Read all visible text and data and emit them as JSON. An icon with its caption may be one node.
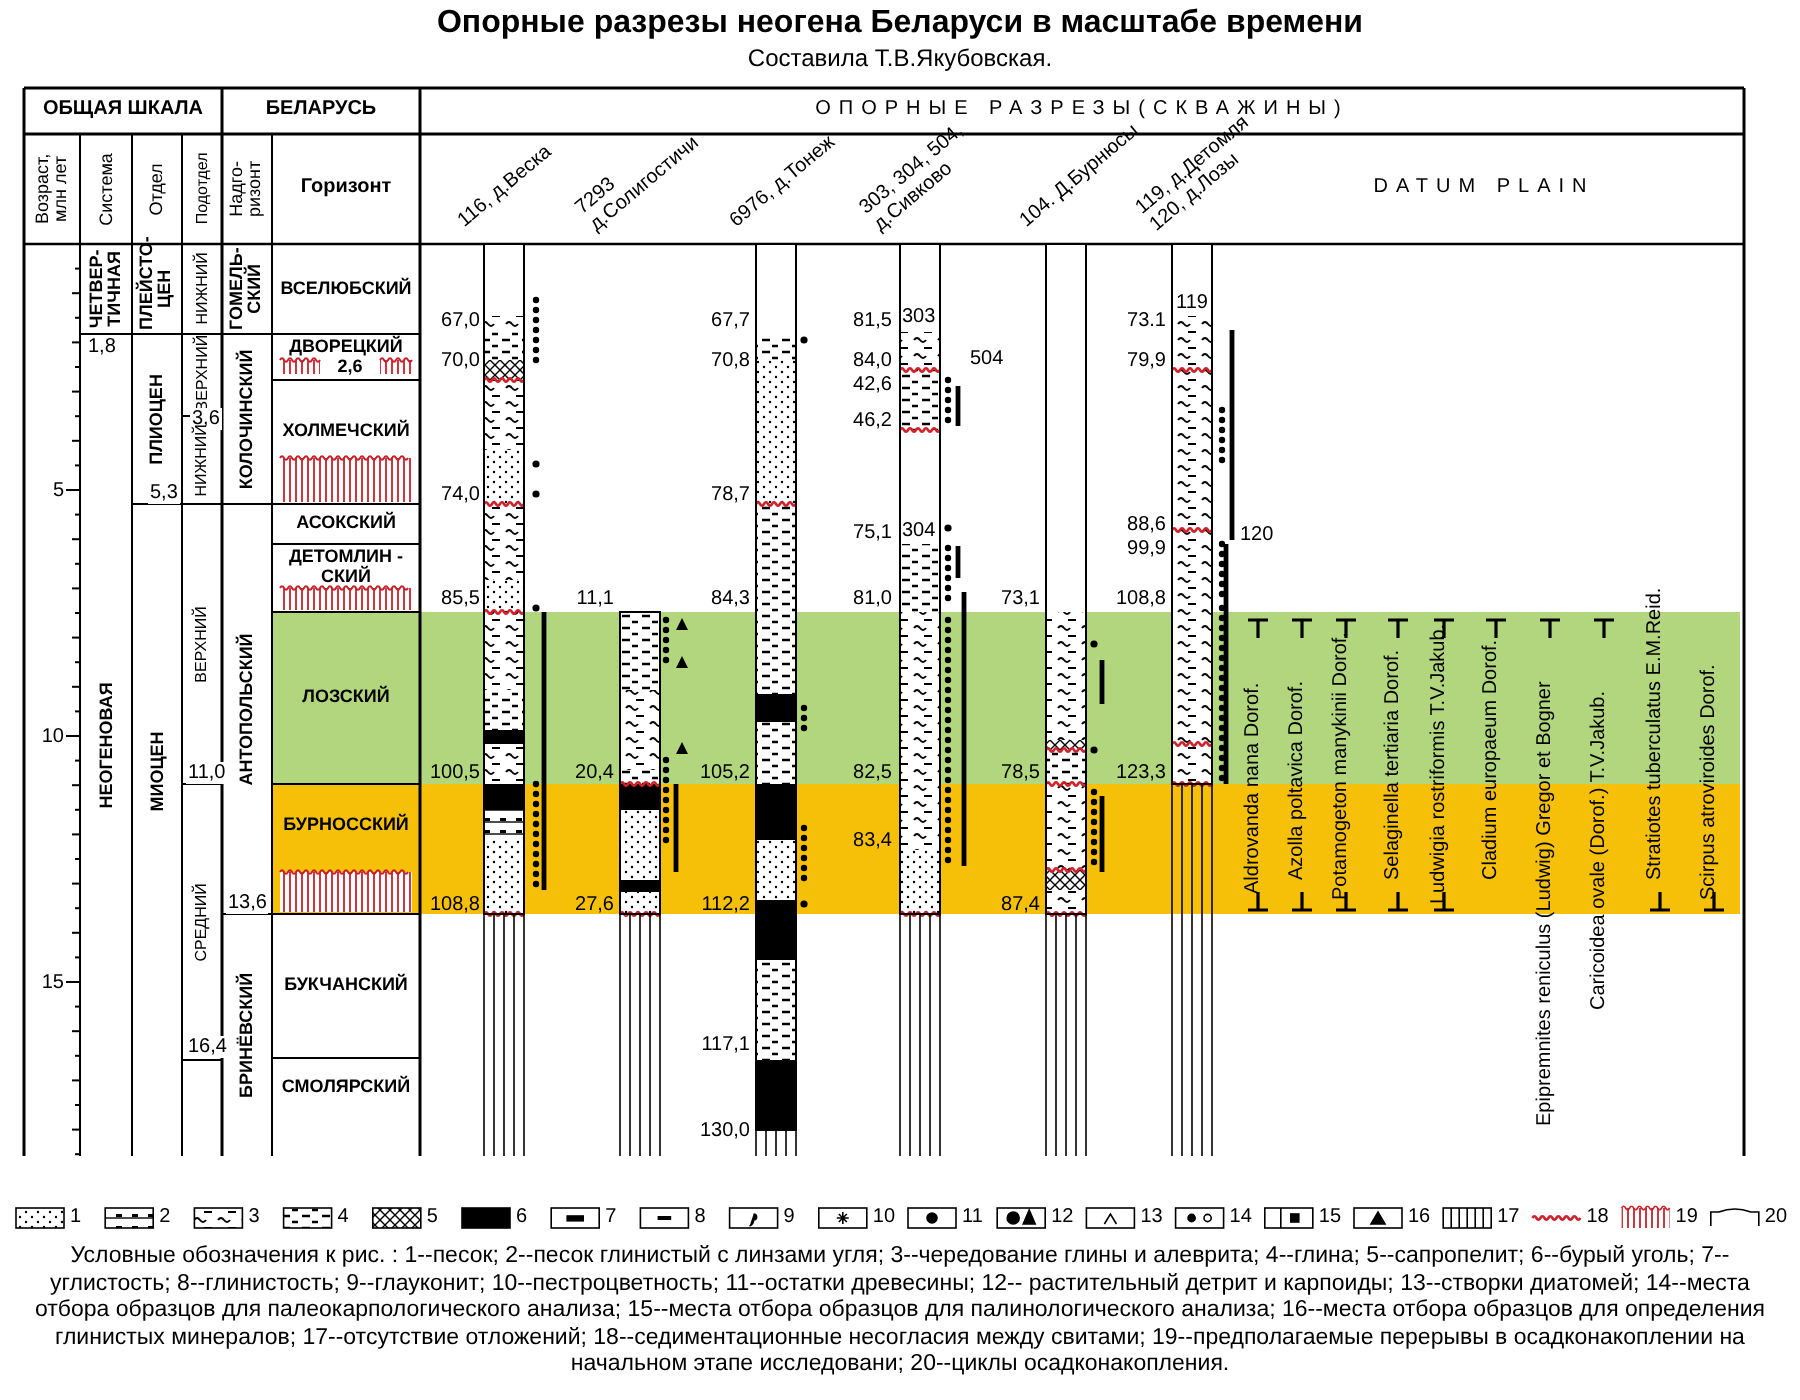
{
  "diagram": {
    "title": "Опорные разрезы неогена Беларуси в масштабе времени",
    "caption": "Условные обозначения к рис. : 1--песок; 2--песок глинистый с линзами угля; 3--чередование глины и алеврита; 4--глина; 5--сапропелит; 6--бурый уголь; 7--углистость; 8--глинистость; 9--глауконит; 10--пестроцветность; 11--остатки древесины; 12-- растительный детрит и карпоиды; 13--створки диатомей; 14--места отбора образцов для палеокарпологического анализа; 15--места отбора образцов для палинологического анализа; 16--места отбора образцов для определения глинистых минералов; 17--отсутствие отложений; 18--седиментационные несогласия между свитами; 19--предполагаемые перерывы в осадконакоплении на начальном этапе исследовани; 20--циклы осадконакопления.",
    "labels": [
      "Составила Т.В.Якубовская.",
      "ОБЩАЯ ШКАЛА",
      "БЕЛАРУСЬ",
      "ОПОРНЫЕ РАЗРЕЗЫ(СКВАЖИНЫ)",
      "Возраст, млн лет",
      "Система",
      "Отдел",
      "Подотдел",
      "Надго- ризонт",
      "Горизонт",
      "116, д.Веска",
      "7293 д.Солигостичи",
      "6976, д.Тонеж",
      "303, 304, 504, д.Сивково",
      "104. Д.Бурнюсы",
      "119, д.Детомля 120, д.Лозы",
      "DATUM PLAIN",
      "ЧЕТВЕР- ТИЧНАЯ",
      "ПЛЕЙСТО- ЦЕН",
      "НИЖНИЙ",
      "ГОМЕЛЬ- СКИЙ",
      "ВСЕЛЮБСКИЙ",
      "1,8",
      "ДВОРЕЦКИЙ",
      "2,6",
      "ВЕРХНИЙ",
      "КОЛОЧИНСКИЙ",
      "ПЛИОЦЕН",
      "3,6",
      "ХОЛМЕЧСКИЙ",
      "НИЖНИЙ",
      "5",
      "5,3",
      "АСОКСКИЙ",
      "ДЕТОМЛИН - СКИЙ",
      "НЕОГЕНОВАЯ",
      "МИОЦЕН",
      "ВЕРХНИЙ",
      "АНТОПОЛЬСКИЙ",
      "ЛОЗСКИЙ",
      "10",
      "11,0",
      "БУРНОССКИЙ",
      "СРЕДНИЙ",
      "13,6",
      "15",
      "БУКЧАНСКИЙ",
      "16,4",
      "БРИНЁВСКИЙ",
      "СМОЛЯРСКИЙ",
      "67,0",
      "70,0",
      "74,0",
      "85,5",
      "100,5",
      "108,8",
      "11,1",
      "20,4",
      "27,6",
      "67,7",
      "70,8",
      "78,7",
      "84,3",
      "105,2",
      "112,2",
      "117,1",
      "130,0",
      "81,5",
      "303",
      "84,0",
      "504",
      "42,6",
      "46,2",
      "75,1",
      "304",
      "81,0",
      "82,5",
      "83,4",
      "73,1",
      "78,5",
      "87,4",
      "73.1",
      "119",
      "79,9",
      "88,6",
      "120",
      "99,9",
      "108,8",
      "123,3",
      "Aldrovanda nana Dorof.",
      "Azolla poltavica Dorof.",
      "Potamogeton manykinii Dorof.",
      "Selaginella tertiaria Dorof.",
      "Ludwigia rostriformis T.V.Jakub.",
      "Cladium europaeum Dorof.",
      "Epipremnites reniculus (Ludwig) Gregor et Bogner",
      "Caricoidea ovale (Dorof.) T.V.Jakub.",
      "Stratiotes tuberculatus E.M.Reid.",
      "Scirpus atroviroides Dorof."
    ],
    "legend": [
      {
        "text": "1"
      },
      {
        "text": "2"
      },
      {
        "text": "3"
      },
      {
        "text": "4"
      },
      {
        "text": "5"
      },
      {
        "text": "6"
      },
      {
        "text": "7"
      },
      {
        "text": "8"
      },
      {
        "text": "9"
      },
      {
        "text": "10"
      },
      {
        "text": "11"
      },
      {
        "text": "12"
      },
      {
        "text": "13"
      },
      {
        "text": "14"
      },
      {
        "text": "15"
      },
      {
        "text": "16"
      },
      {
        "text": "17"
      },
      {
        "text": "18"
      },
      {
        "text": "19"
      },
      {
        "text": "20"
      }
    ]
  }
}
